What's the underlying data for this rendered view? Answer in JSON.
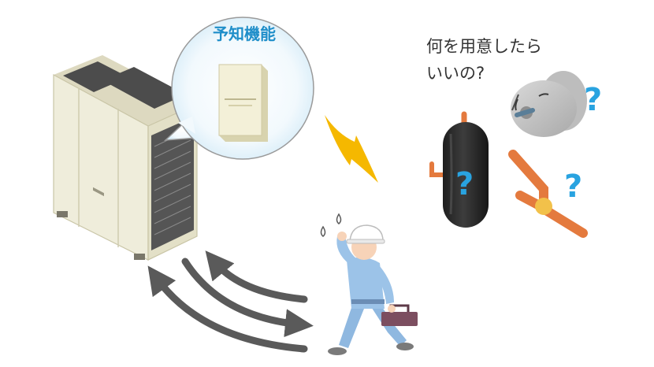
{
  "callout": {
    "title": "予知機能"
  },
  "question": {
    "line1": "何を用意したら",
    "line2": "いいの?"
  },
  "marks": {
    "q1": "?",
    "q2": "?",
    "q3": "?"
  },
  "colors": {
    "accent_blue": "#1f8ec9",
    "question_blue": "#29a3e0",
    "lightning": "#f5b800",
    "arrow_gray": "#5a5a5a",
    "copper": "#e47a3e",
    "unit_beige": "#efeddb"
  },
  "icons": {
    "outdoor_unit": "hvac-outdoor-unit-icon",
    "controller": "wall-controller-icon",
    "worker": "worker-with-toolbox-icon",
    "compressor": "compressor-icon",
    "motor": "fan-motor-icon",
    "pipe": "copper-pipe-icon",
    "lightning": "lightning-bolt-icon"
  }
}
